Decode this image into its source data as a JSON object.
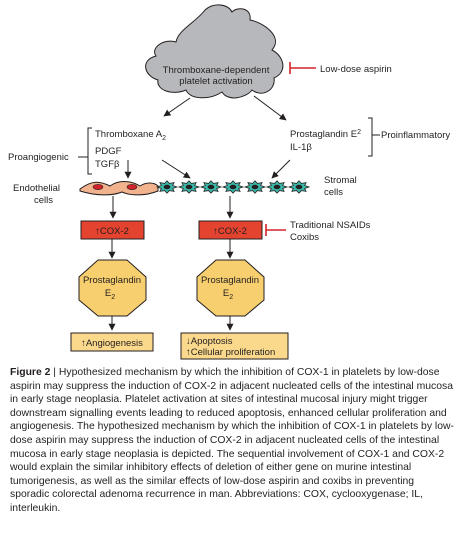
{
  "colors": {
    "platelet_fill": "#b6b8bb",
    "cox2_fill": "#e4432f",
    "prostaglandin_fill": "#f7cf6e",
    "outcome_fill": "#fbd98c",
    "endothelial_fill": "#f1b38e",
    "stromal_fill": "#3bb8a8",
    "inhibitor_line": "#d2232a",
    "arrow": "#231f20"
  },
  "nodes": {
    "platelet": {
      "line1": "Thromboxane-dependent",
      "line2": "platelet activation"
    },
    "low_dose_aspirin": "Low-dose aspirin",
    "proangiogenic": {
      "label": "Proangiogenic",
      "items": {
        "txa2": "Thromboxane A",
        "txa2_sub": "2",
        "pdgf": "PDGF",
        "tgfb": "TGFβ"
      }
    },
    "proinflammatory": {
      "label": "Proinflammatory",
      "items": {
        "pge2": "Prostaglandin E",
        "pge2_sub": "2",
        "il1b": "IL-1β"
      }
    },
    "endothelial": {
      "line1": "Endothelial",
      "line2": "cells"
    },
    "stromal": {
      "line1": "Stromal",
      "line2": "cells"
    },
    "cox2_left": "↑COX-2",
    "cox2_right": "↑COX-2",
    "nsaids": {
      "line1": "Traditional NSAIDs",
      "line2": "Coxibs"
    },
    "pg_left": {
      "line1": "Prostaglandin",
      "line2": "E",
      "sub": "2"
    },
    "pg_right": {
      "line1": "Prostaglandin",
      "line2": "E",
      "sub": "2"
    },
    "outcome_left": "↑Angiogenesis",
    "outcome_right": {
      "line1": "↓Apoptosis",
      "line2": "↑Cellular proliferation"
    }
  },
  "caption": {
    "label": "Figure 2",
    "text": " | Hypothesized mechanism by which the inhibition of COX-1 in platelets by low-dose aspirin may suppress the induction of COX-2 in adjacent nucleated cells of the intestinal mucosa in early stage neoplasia. Platelet activation at sites of intestinal mucosal injury might trigger downstream signalling events leading to reduced apoptosis, enhanced cellular proliferation and angiogenesis. The hypothesized mechanism by which the inhibition of COX-1 in platelets by low-dose aspirin may suppress the induction of COX-2 in adjacent nucleated cells of the intestinal mucosa in early stage neoplasia is depicted. The sequential involvement of COX-1 and COX-2 would explain the similar inhibitory effects of deletion of either gene on murine intestinal tumorigenesis, as well as the similar effects of low-dose aspirin and coxibs in preventing sporadic colorectal adenoma recurrence in man. Abbreviations: COX, cyclooxygenase; IL, interleukin."
  }
}
